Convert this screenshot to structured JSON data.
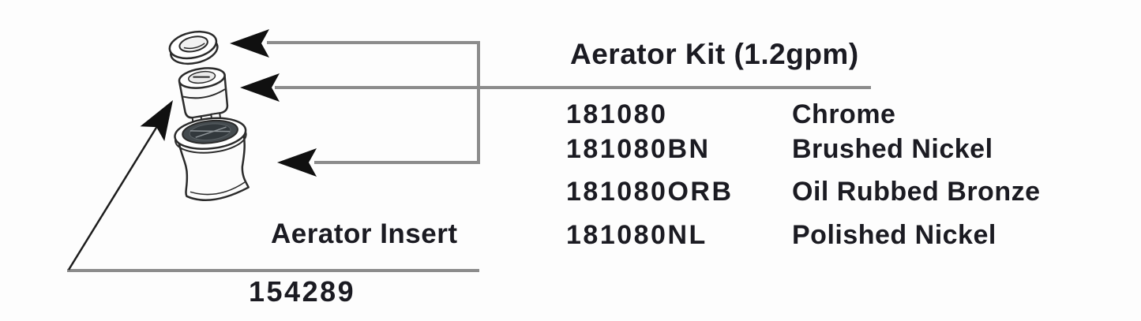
{
  "kit": {
    "title": "Aerator Kit (1.2gpm)",
    "parts": [
      {
        "number": "181080",
        "finish": "Chrome"
      },
      {
        "number": "181080BN",
        "finish": "Brushed Nickel"
      },
      {
        "number": "181080ORB",
        "finish": "Oil Rubbed Bronze"
      },
      {
        "number": "181080NL",
        "finish": "Polished Nickel"
      }
    ]
  },
  "insert": {
    "title": "Aerator Insert",
    "number": "154289"
  },
  "icons": {
    "drawing": "exploded-aerator-parts",
    "pieces": [
      "aerator-gasket",
      "aerator-insert",
      "aerator-housing"
    ],
    "arrows": [
      "arrow-to-gasket",
      "arrow-to-insert",
      "arrow-to-housing",
      "arrow-to-insert-part"
    ]
  },
  "colors": {
    "text": "#1b1b22",
    "connector_line": "#8c8c8c",
    "arrow": "#101010",
    "drawing_stroke": "#2a2a2a",
    "housing_interior": "#454b4f",
    "background": "#fdfdfd"
  }
}
